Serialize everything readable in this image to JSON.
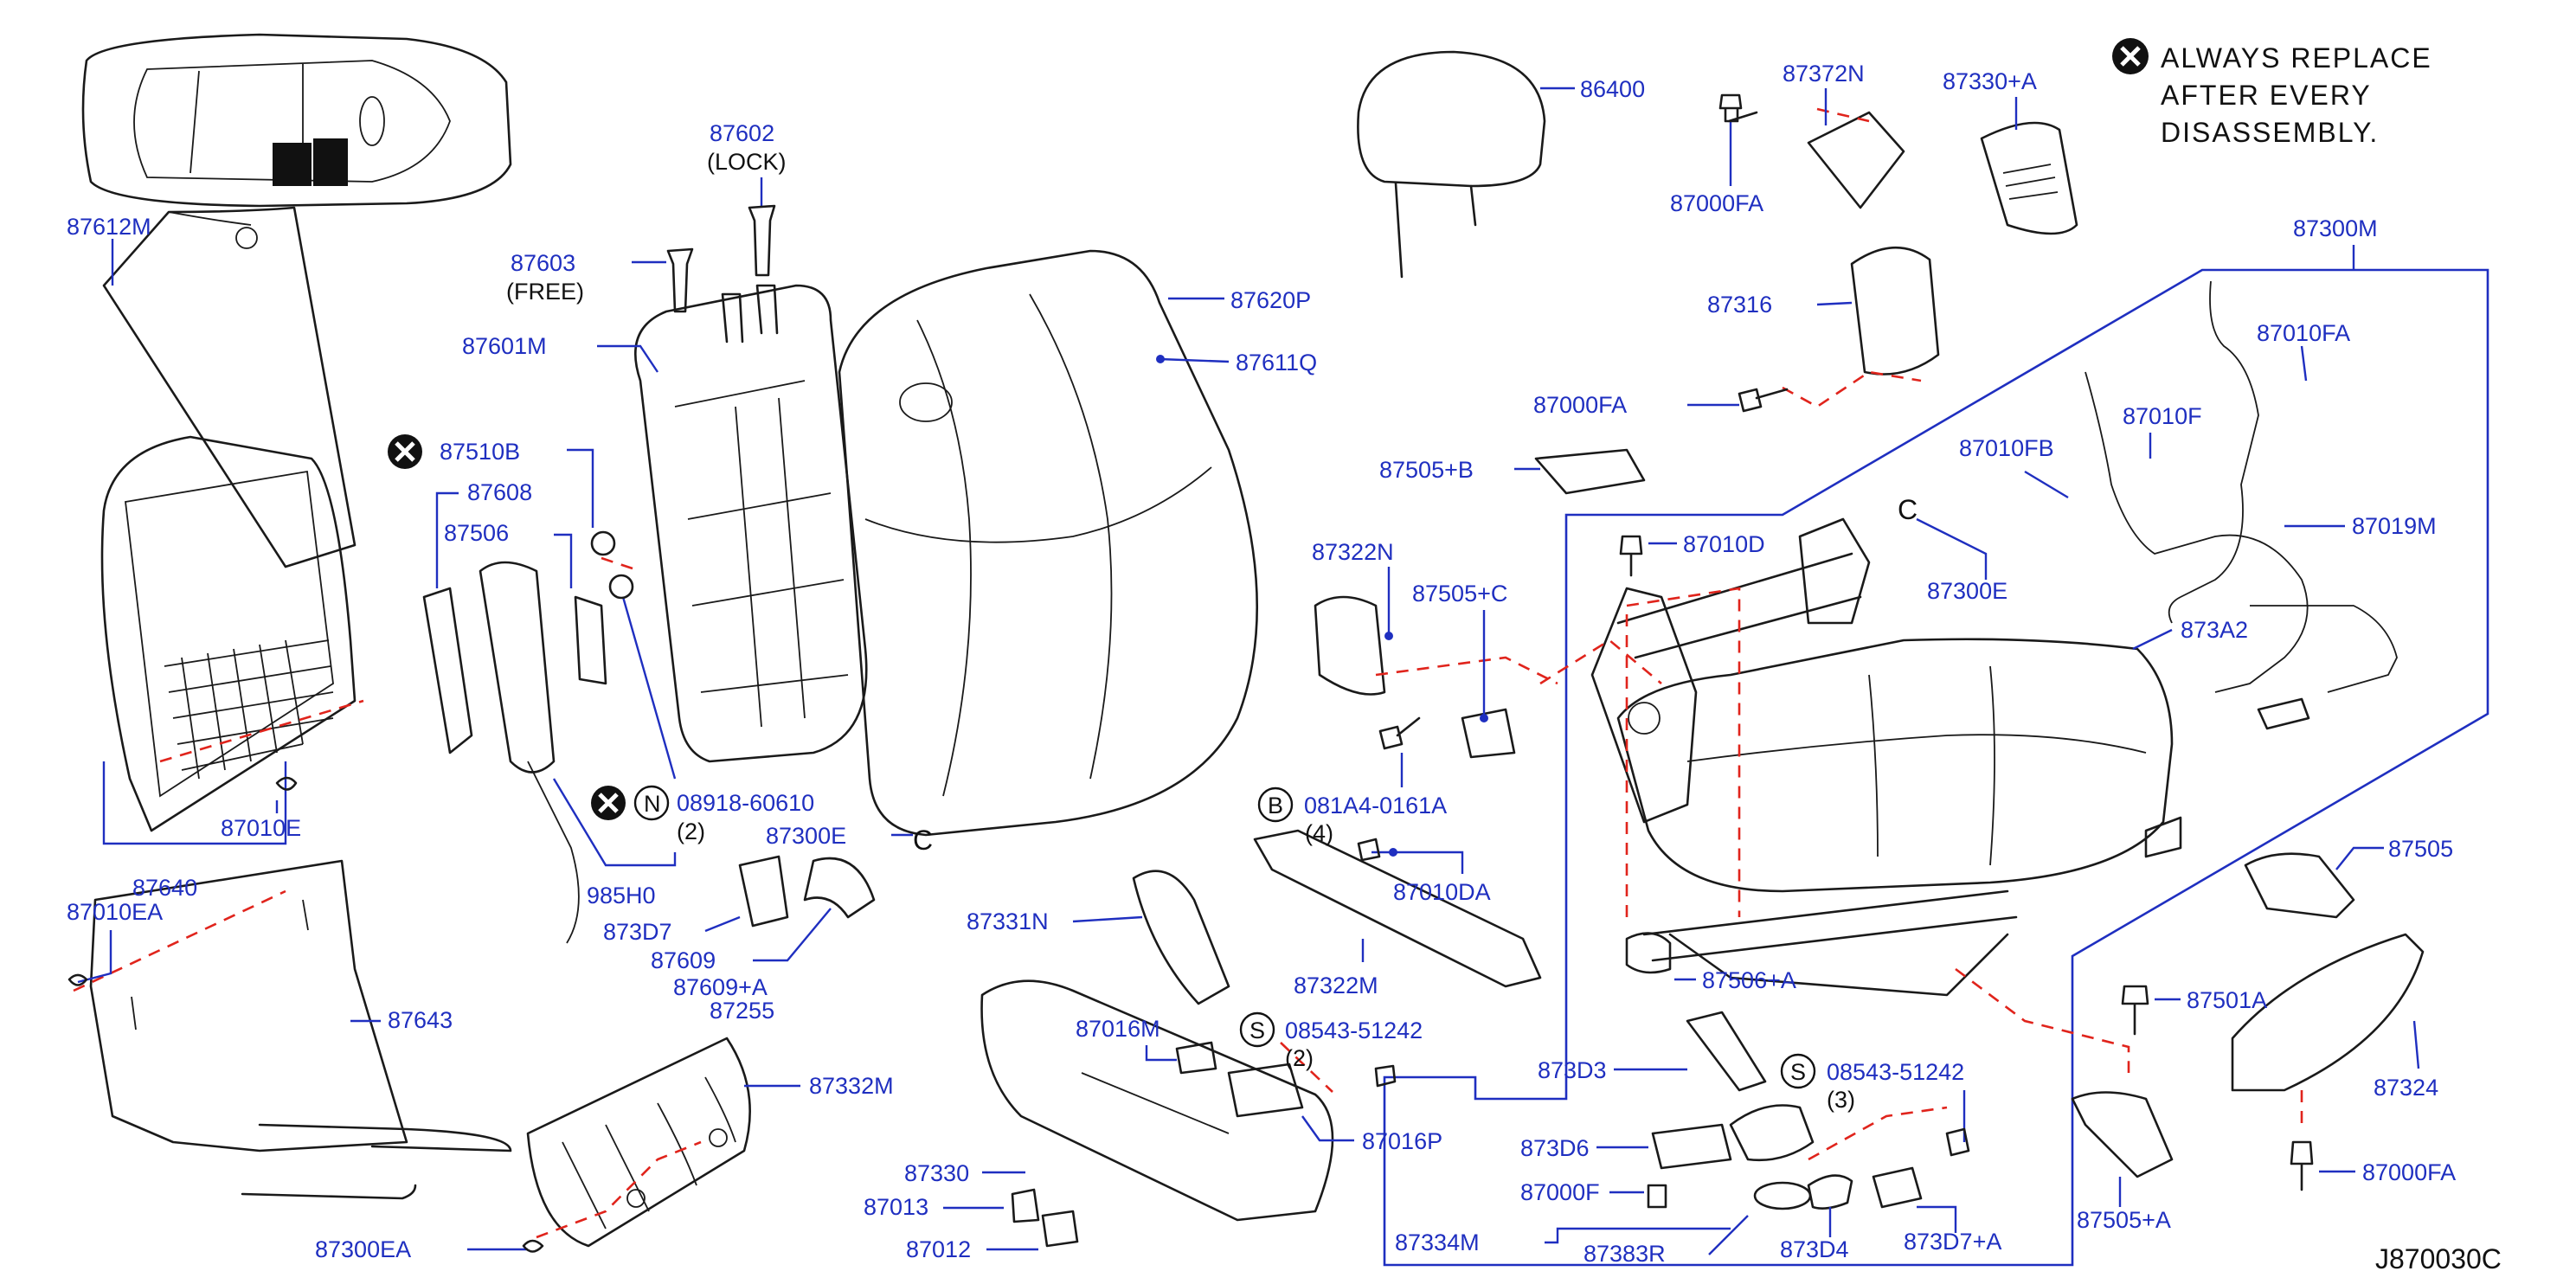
{
  "diagram_id": "J870030C",
  "legend": {
    "line1": "ALWAYS  REPLACE",
    "line2": "AFTER  EVERY",
    "line3": "DISASSEMBLY."
  },
  "notes": {
    "lock": "(LOCK)",
    "free": "(FREE)",
    "qty_2a": "(2)",
    "qty_4": "(4)",
    "qty_2b": "(2)",
    "qty_3": "(3)",
    "circle_n": "N",
    "circle_b": "B",
    "circle_s": "S",
    "circle_c": "C"
  },
  "parts": {
    "p87612M": "87612M",
    "p87640": "87640",
    "p87010E": "87010E",
    "p87010EA": "87010EA",
    "p87643": "87643",
    "p87300EA": "87300EA",
    "p87332M": "87332M",
    "p87510B": "87510B",
    "p87608": "87608",
    "p87506": "87506",
    "p08918": "08918-60610",
    "p985H0": "985H0",
    "p873D7": "873D7",
    "p87609": "87609",
    "p87609A": "87609+A",
    "p87255": "87255",
    "p87602": "87602",
    "p87603": "87603",
    "p87601M": "87601M",
    "p87620P": "87620P",
    "p87611Q": "87611Q",
    "p87300E_l": "87300E",
    "p86400": "86400",
    "p87372N": "87372N",
    "p87330A": "87330+A",
    "p87000FA_t": "87000FA",
    "p87316": "87316",
    "p87000FA_m": "87000FA",
    "p87505B": "87505+B",
    "p87322N": "87322N",
    "p87505C": "87505+C",
    "p081A4": "081A4-0161A",
    "p87010DA": "87010DA",
    "p87322M": "87322M",
    "p87331N": "87331N",
    "p87016M": "87016M",
    "p08543a": "08543-51242",
    "p87016P": "87016P",
    "p87330": "87330",
    "p87013": "87013",
    "p87012": "87012",
    "p87300M": "87300M",
    "p87010FA": "87010FA",
    "p87010F": "87010F",
    "p87010FB": "87010FB",
    "p87019M": "87019M",
    "p87010D": "87010D",
    "p87300E_r": "87300E",
    "p873A2": "873A2",
    "p87505": "87505",
    "p87506A": "87506+A",
    "p873D3": "873D3",
    "p08543b": "08543-51242",
    "p873D6": "873D6",
    "p87000F": "87000F",
    "p87334M": "87334M",
    "p87383R": "87383R",
    "p873D4": "873D4",
    "p873D7A": "873D7+A",
    "p87501A": "87501A",
    "p87324": "87324",
    "p87000FA_b": "87000FA",
    "p87505A": "87505+A"
  }
}
